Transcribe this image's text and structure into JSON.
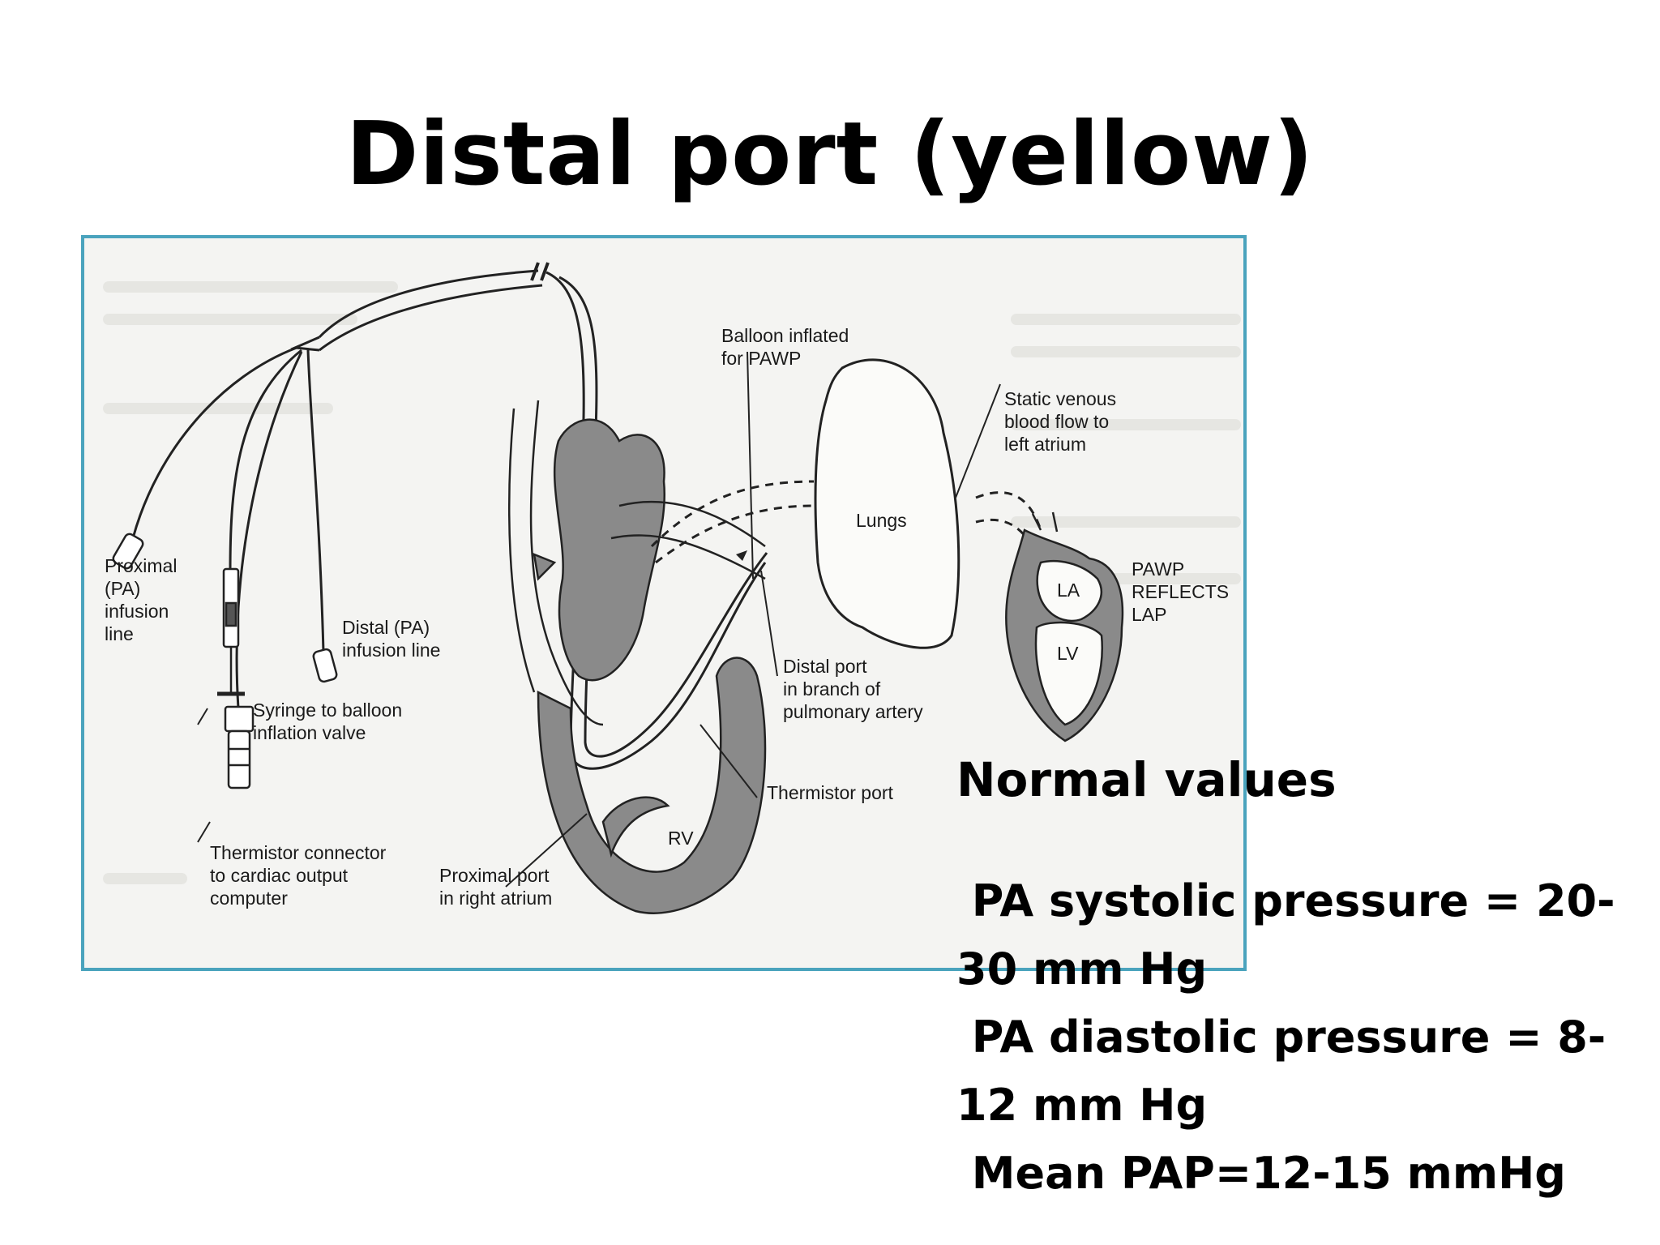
{
  "slide": {
    "title": "Distal port (yellow)"
  },
  "diagram": {
    "labels": {
      "proximal_pa_infusion_line": [
        "Proximal",
        "(PA)",
        "infusion",
        "line"
      ],
      "distal_pa_infusion_line": [
        "Distal (PA)",
        "infusion line"
      ],
      "syringe": [
        "Syringe to balloon",
        "inflation valve"
      ],
      "thermistor_connector": [
        "Thermistor connector",
        "to cardiac output",
        "computer"
      ],
      "proximal_port": [
        "Proximal port",
        "in right atrium"
      ],
      "balloon": [
        "Balloon inflated",
        "for PAWP"
      ],
      "distal_port": [
        "Distal port",
        "in branch of",
        "pulmonary artery"
      ],
      "thermistor_port": "Thermistor port",
      "lungs": "Lungs",
      "static_venous": [
        "Static venous",
        "blood flow to",
        "left atrium"
      ],
      "pawp_reflects": [
        "PAWP",
        "REFLECTS",
        "LAP"
      ],
      "la": "LA",
      "lv": "LV",
      "rv": "RV"
    }
  },
  "normal_values": {
    "heading": "Normal values",
    "lines": [
      " PA systolic pressure = 20-",
      "30 mm Hg",
      " PA diastolic pressure = 8-",
      "12 mm Hg",
      " Mean PAP=12-15 mmHg"
    ]
  },
  "colors": {
    "frame_border": "#4aa3bd",
    "heart_fill": "#8a8a8a"
  }
}
